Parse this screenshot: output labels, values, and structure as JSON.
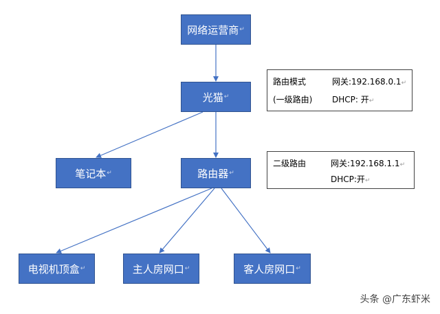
{
  "colors": {
    "node_fill": "#4472c4",
    "node_border": "#2f528f",
    "arrow": "#4472c4",
    "info_border": "#404040"
  },
  "return_mark": "↵",
  "nodes": {
    "isp": "网络运营商",
    "modem": "光猫",
    "laptop": "笔记本",
    "router": "路由器",
    "tv_box": "电视机顶盒",
    "master_port": "主人房网口",
    "guest_port": "客人房网口"
  },
  "modem_info": {
    "mode_label": "路由模式",
    "level_label": "(一级路由)",
    "gateway": "网关:192.168.0.1",
    "dhcp": "DHCP:  开"
  },
  "router_info": {
    "level_label": "二级路由",
    "gateway": "网关:192.168.1.1",
    "dhcp": "DHCP:开"
  },
  "watermark": "头条 @广东虾米"
}
